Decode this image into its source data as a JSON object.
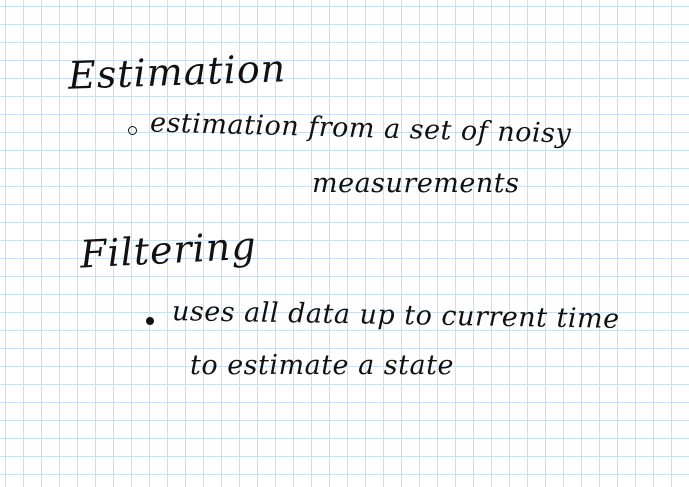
{
  "sections": [
    {
      "heading": "Estimation",
      "bullet_style": "hollow",
      "lines": [
        "estimation from a set of noisy",
        "measurements"
      ]
    },
    {
      "heading": "Filtering",
      "bullet_style": "filled",
      "lines": [
        "uses all data up to current time",
        "to estimate a state"
      ]
    }
  ],
  "colors": {
    "ink": "#111111",
    "grid": "#c9dff4",
    "paper": "#ffffff"
  }
}
